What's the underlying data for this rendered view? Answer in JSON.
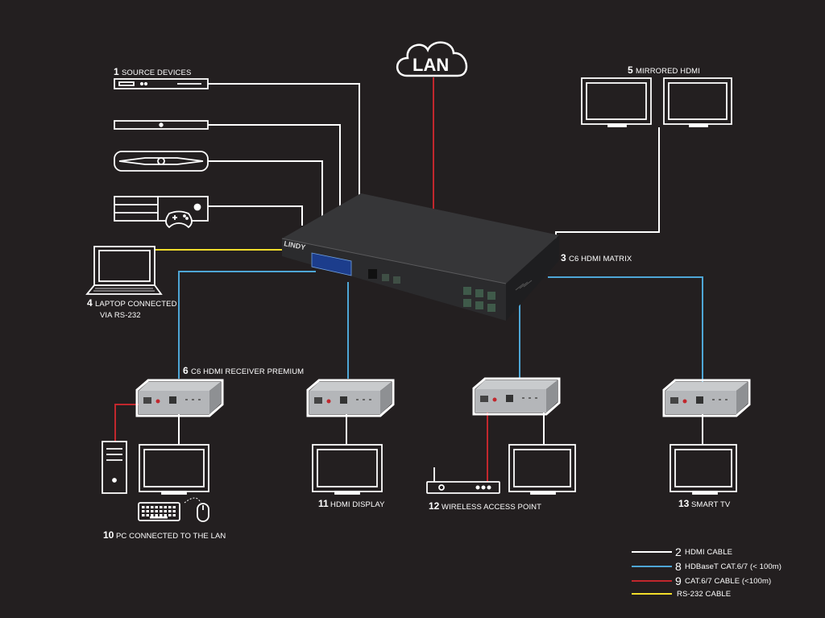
{
  "colors": {
    "hdmi": "#ffffff",
    "hdbaset": "#4ea6d6",
    "cat": "#c1272d",
    "rs232": "#f2dd2b"
  },
  "network": {
    "label": "LAN",
    "icon": "cloud-icon"
  },
  "devices": {
    "source_devices": {
      "number": "1",
      "label": "SOURCE DEVICES"
    },
    "matrix": {
      "number": "3",
      "label": "C6 HDMI MATRIX",
      "brand": "LINDY"
    },
    "laptop": {
      "number": "4",
      "label_line1": "LAPTOP CONNECTED",
      "label_line2": "VIA RS-232"
    },
    "mirrored": {
      "number": "5",
      "label": "MIRRORED HDMI"
    },
    "receiver": {
      "number": "6",
      "label": "C6 HDMI RECEIVER PREMIUM"
    },
    "pc": {
      "number": "10",
      "label": "PC CONNECTED TO THE LAN"
    },
    "hdmi_display": {
      "number": "11",
      "label": "HDMI DISPLAY"
    },
    "wap": {
      "number": "12",
      "label": "WIRELESS ACCESS POINT"
    },
    "smart_tv": {
      "number": "13",
      "label": "SMART TV"
    }
  },
  "legend": [
    {
      "number": "2",
      "label": "HDMI CABLE",
      "color": "#ffffff"
    },
    {
      "number": "8",
      "label": "HDBaseT CAT.6/7 (< 100m)",
      "color": "#4ea6d6"
    },
    {
      "number": "9",
      "label": "CAT.6/7 CABLE (<100m)",
      "color": "#c1272d"
    },
    {
      "number": "",
      "label": "RS-232 CABLE",
      "color": "#f2dd2b"
    }
  ]
}
